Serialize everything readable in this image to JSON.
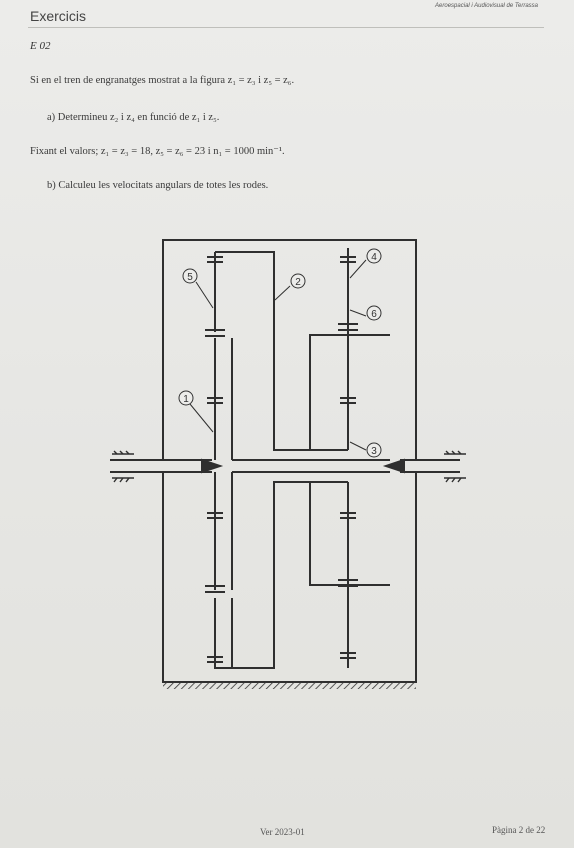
{
  "header": {
    "section": "Exercicis",
    "institution": "Aeroespacial i Audiovisual de Terrassa"
  },
  "exercise": {
    "id": "E 02",
    "statement": "Si en el tren de engranatges mostrat a la figura z₁ = z₃ i z₅ = z₆.",
    "part_a": "a)  Determineu z₂ i z₄ en funció de z₁ i z₅.",
    "values": "Fixant el valors; z₁ = z₃ = 18, z₅ = z₆ = 23 i n₁ = 1000 min⁻¹.",
    "part_b": "b)  Calculeu les velocitats angulars de totes les rodes."
  },
  "diagram": {
    "gear_labels": [
      "1",
      "2",
      "3",
      "4",
      "5",
      "6"
    ]
  },
  "footer": {
    "version": "Ver 2023-01",
    "page": "Pàgina 2 de 22"
  }
}
